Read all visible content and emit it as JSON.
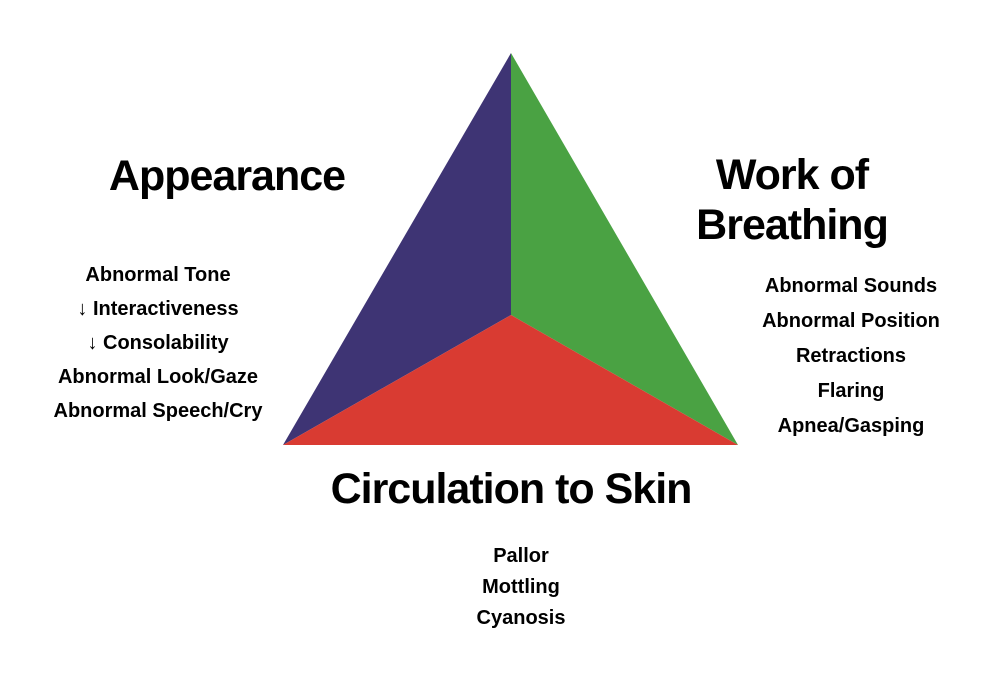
{
  "colors": {
    "background": "#ffffff",
    "text": "#000000",
    "appearance_section": "#3e3474",
    "work_of_breathing_section": "#4aa243",
    "circulation_section": "#d93b32"
  },
  "triangle": {
    "sections": [
      {
        "name": "appearance",
        "color": "#3e3474"
      },
      {
        "name": "work-of-breathing",
        "color": "#4aa243"
      },
      {
        "name": "circulation-to-skin",
        "color": "#d93b32"
      }
    ]
  },
  "appearance": {
    "heading": "Appearance",
    "items": [
      "Abnormal Tone",
      "↓ Interactiveness",
      "↓ Consolability",
      "Abnormal Look/Gaze",
      "Abnormal Speech/Cry"
    ]
  },
  "work_of_breathing": {
    "heading_lines": [
      "Work of",
      "Breathing"
    ],
    "items": [
      "Abnormal Sounds",
      "Abnormal Position",
      "Retractions",
      "Flaring",
      "Apnea/Gasping"
    ]
  },
  "circulation_to_skin": {
    "heading": "Circulation to Skin",
    "items": [
      "Pallor",
      "Mottling",
      "Cyanosis"
    ]
  }
}
